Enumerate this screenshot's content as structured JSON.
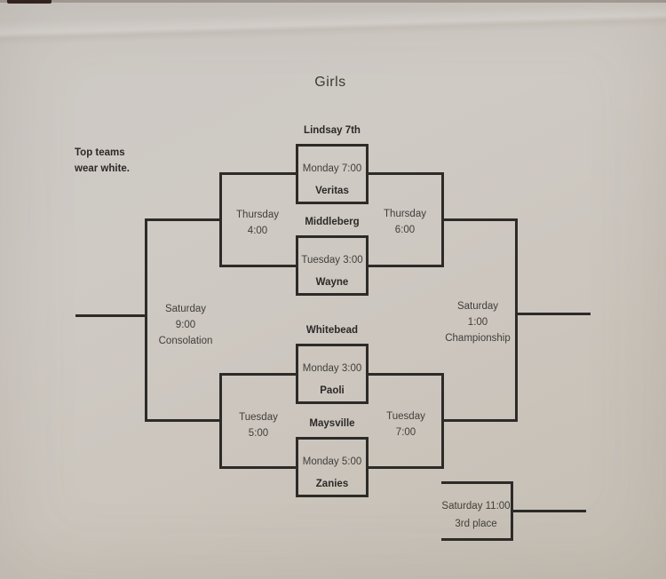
{
  "title": "Girls",
  "note": {
    "line1": "Top teams",
    "line2": "wear white."
  },
  "games": [
    {
      "top_team": "Lindsay 7th",
      "time": "Monday 7:00",
      "bottom_team": "Veritas"
    },
    {
      "top_team": "Middleberg",
      "time": "Tuesday 3:00",
      "bottom_team": "Wayne"
    },
    {
      "top_team": "Whitebead",
      "time": "Monday 3:00",
      "bottom_team": "Paoli"
    },
    {
      "top_team": "Maysville",
      "time": "Monday 5:00",
      "bottom_team": "Zanies"
    }
  ],
  "rounds": {
    "left_semi_top": {
      "day": "Thursday",
      "time": "4:00"
    },
    "right_semi_top": {
      "day": "Thursday",
      "time": "6:00"
    },
    "left_semi_bottom": {
      "day": "Tuesday",
      "time": "5:00"
    },
    "right_semi_bottom": {
      "day": "Tuesday",
      "time": "7:00"
    },
    "consolation": {
      "day": "Saturday",
      "time": "9:00",
      "label": "Consolation"
    },
    "championship": {
      "day": "Saturday",
      "time": "1:00",
      "label": "Championship"
    },
    "third_place": {
      "line1": "Saturday 11:00",
      "line2": "3rd place"
    }
  },
  "colors": {
    "paper": "#cdc8c1",
    "line": "#2d2b28",
    "text": "#403e3a"
  }
}
